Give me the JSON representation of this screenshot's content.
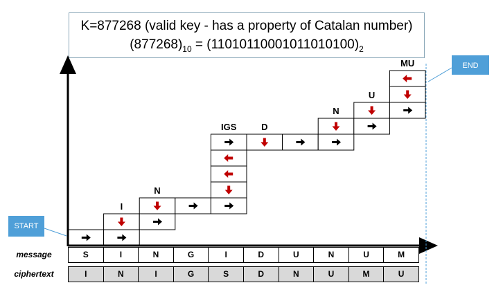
{
  "header": {
    "line1": "K=877268 (valid key - has a property of Catalan number)",
    "line2_prefix": "(877268)",
    "line2_base_a": "10",
    "line2_mid": " = (11010110001011010100)",
    "line2_base_b": "2"
  },
  "callouts": {
    "start": "START",
    "end": "END"
  },
  "rows": {
    "message_label": "message",
    "ciphertext_label": "ciphertext",
    "message": [
      "S",
      "I",
      "N",
      "G",
      "I",
      "D",
      "U",
      "N",
      "U",
      "M"
    ],
    "ciphertext": [
      "I",
      "N",
      "I",
      "G",
      "S",
      "D",
      "N",
      "U",
      "M",
      "U"
    ]
  },
  "step_labels": [
    "I",
    "N",
    "IGS",
    "D",
    "N",
    "U",
    "MU"
  ],
  "colors": {
    "arrow_right": "#000000",
    "arrow_red": "#c00000",
    "callout": "#4f9fd8"
  }
}
